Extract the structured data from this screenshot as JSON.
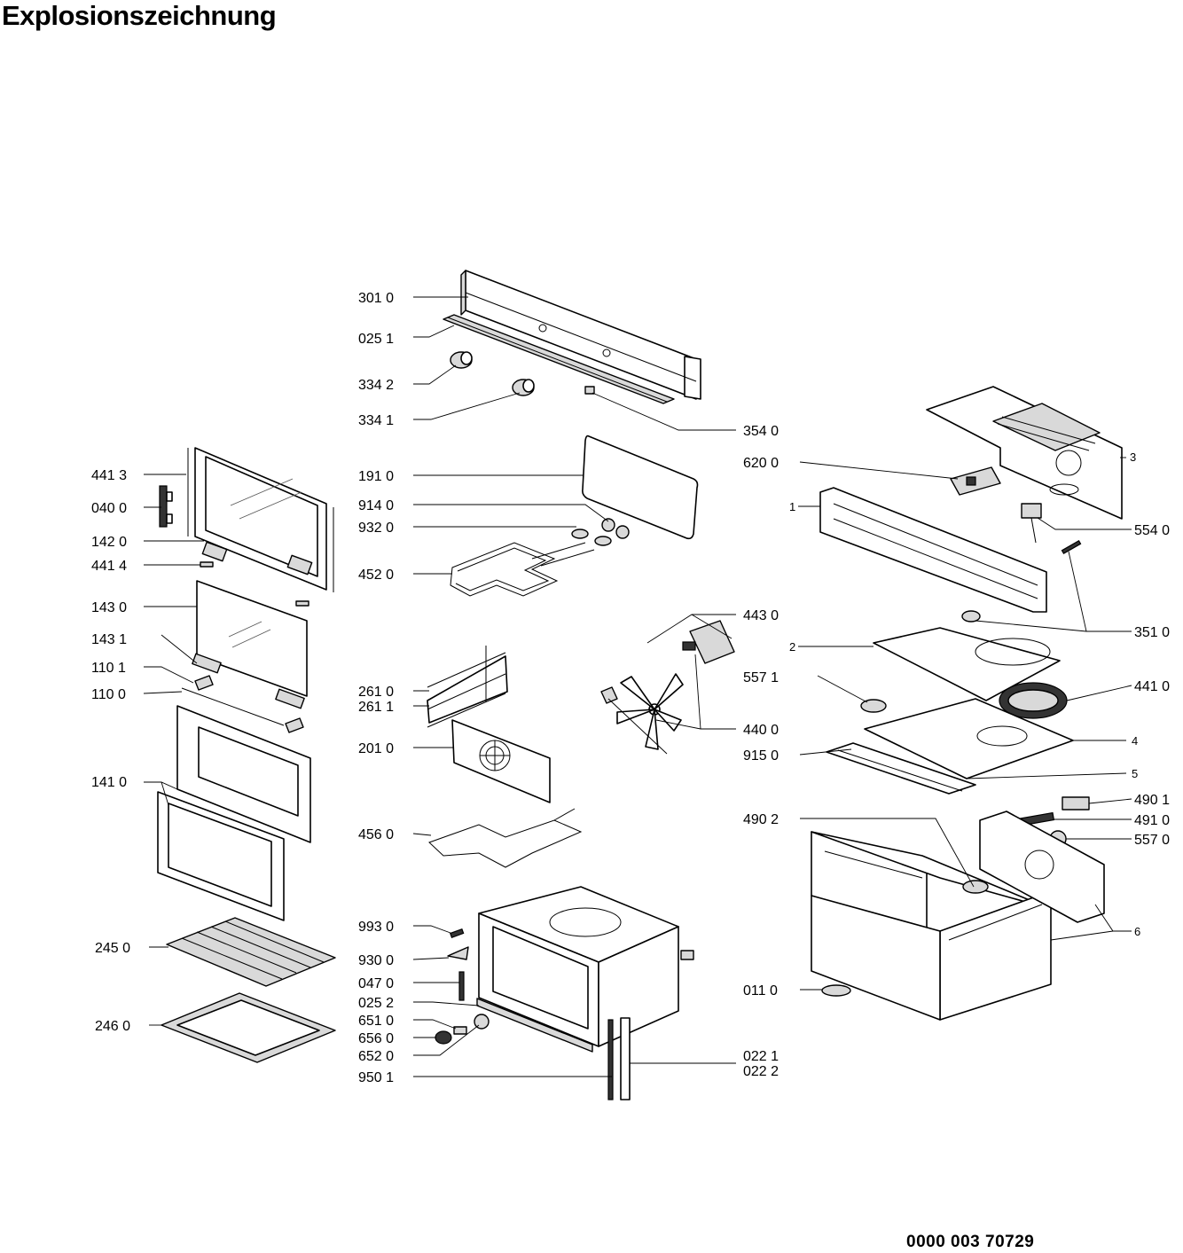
{
  "title": "Explosionszeichnung",
  "document_number": "0000 003 70729",
  "part_labels": {
    "p3010": "301 0",
    "p0251": "025 1",
    "p3342": "334 2",
    "p3341": "334 1",
    "p3540": "354 0",
    "p1910": "191 0",
    "p9140": "914 0",
    "p9320": "932 0",
    "p4520": "452 0",
    "p4413": "441 3",
    "p0400": "040 0",
    "p1420": "142 0",
    "p4414": "441 4",
    "p1430": "143 0",
    "p1431": "143 1",
    "p1101": "110 1",
    "p1100": "110 0",
    "p1410": "141 0",
    "p2450": "245 0",
    "p2460": "246 0",
    "p2610": "261 0",
    "p2611": "261 1",
    "p2010": "201 0",
    "p4560": "456 0",
    "p9930": "993 0",
    "p9300": "930 0",
    "p0470": "047 0",
    "p0252": "025 2",
    "p6510": "651 0",
    "p6560": "656 0",
    "p6520": "652 0",
    "p9501": "950 1",
    "p0221": "022 1",
    "p0222": "022 2",
    "p6200": "620 0",
    "p5540": "554 0",
    "p3510": "351 0",
    "p4430": "443 0",
    "p5571": "557 1",
    "p4410": "441 0",
    "p4400": "440 0",
    "p9150": "915 0",
    "p4901": "490 1",
    "p4910": "491 0",
    "p5570": "557 0",
    "p4902": "490 2",
    "p0110": "011 0",
    "r1": "1",
    "r2": "2",
    "r3": "3",
    "r4": "4",
    "r5": "5",
    "r6": "6"
  }
}
